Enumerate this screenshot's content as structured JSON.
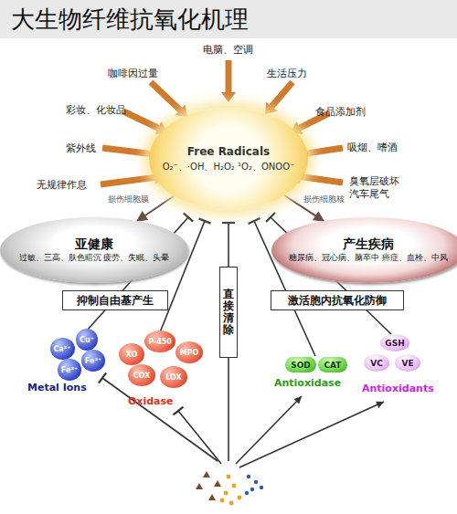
{
  "diagram": {
    "title": "大生物纤维抗氧化机理",
    "nodes": [
      {
        "text": [
          "Free Radicals",
          "O₂⁻、·OH、H₂O₂ ¹O₂、ONOO⁻"
        ]
      },
      {
        "text": [
          "亚健康",
          "过敏、三高、肤色暗沉 疲劳、失眠、头晕"
        ]
      },
      {
        "text": [
          "产生疾病",
          "糖尿病、冠心病、脑卒中 癌症、血栓、中风"
        ]
      },
      {
        "text": [
          "抑制自由基产生"
        ]
      },
      {
        "text": [
          "直接清除"
        ]
      },
      {
        "text": [
          "激活胞内抗氧化防御"
        ]
      },
      {
        "text": [
          "Ca²⁺"
        ]
      },
      {
        "text": [
          "Cu⁺"
        ]
      },
      {
        "text": [
          "Fe³⁺"
        ]
      },
      {
        "text": [
          "Fe²⁺"
        ]
      },
      {
        "text": [
          "XO"
        ]
      },
      {
        "text": [
          "P-450"
        ]
      },
      {
        "text": [
          "MPO"
        ]
      },
      {
        "text": [
          "COX"
        ]
      },
      {
        "text": [
          "LOX"
        ]
      },
      {
        "text": [
          "SOD"
        ]
      },
      {
        "text": [
          "CAT"
        ]
      },
      {
        "text": [
          "GSH"
        ]
      },
      {
        "text": [
          "VC"
        ]
      },
      {
        "text": [
          "VE"
        ]
      }
    ],
    "edges": [
      {
        "from": 0,
        "to": 1,
        "arrow": "to",
        "label": "损伤细胞膜"
      },
      {
        "from": 0,
        "to": 2,
        "arrow": "to",
        "label": "损伤细胞核"
      }
    ],
    "labels": [
      "电脑、空调",
      "咖啡因过量",
      "生活压力",
      "彩妆、化妆品",
      "食品添加剂",
      "紫外线",
      "吸烟、嗜酒",
      "无规律作息",
      "臭氧层破坏 汽车尾气",
      "Metal Ions",
      "Oxidase",
      "Antioxidase",
      "Antioxidants"
    ]
  }
}
